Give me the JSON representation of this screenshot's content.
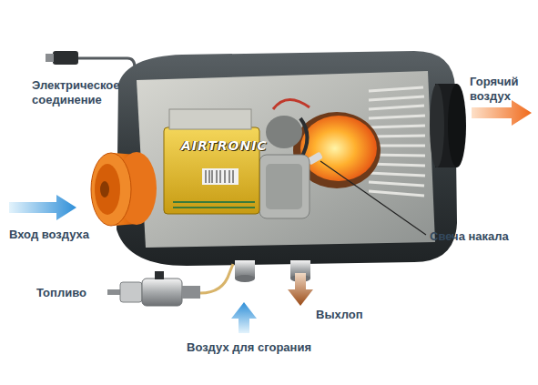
{
  "diagram": {
    "labels": [
      "Электрическое соединение",
      "Горячий воздух",
      "AIRTRONIC",
      "Вход воздуха",
      "Свеча накала",
      "Топливо",
      "Выхлоп",
      "Воздух для сгорания"
    ]
  }
}
